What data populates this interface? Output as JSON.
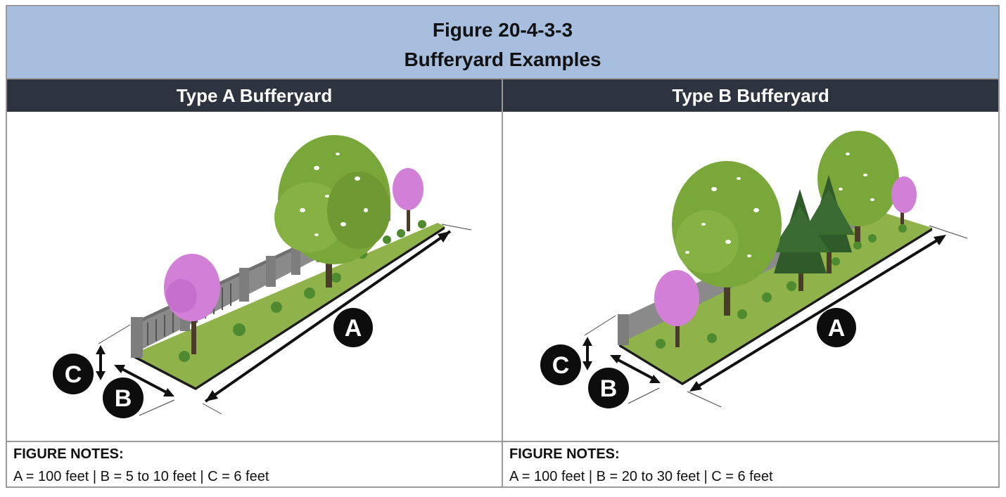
{
  "title": {
    "line1": "Figure 20-4-3-3",
    "line2": "Bufferyard Examples"
  },
  "columns": [
    {
      "heading": "Type A Bufferyard",
      "notes_heading": "FIGURE NOTES:",
      "notes_text": "A = 100 feet | B = 5 to 10 feet | C = 6 feet",
      "labels": {
        "a": "A",
        "b": "B",
        "c": "C"
      }
    },
    {
      "heading": "Type B Bufferyard",
      "notes_heading": "FIGURE NOTES:",
      "notes_text": "A = 100 feet | B = 20 to 30 feet | C = 6 feet",
      "labels": {
        "a": "A",
        "b": "B",
        "c": "C"
      }
    }
  ],
  "colors": {
    "title_band": "#a7bedf",
    "header_band": "#2d3440",
    "lawn": "#8fb24a",
    "tree_green": "#7aa73a",
    "pink_tree": "#d27fd8",
    "evergreen": "#2f5a2a",
    "fence": "#8a8a8a"
  },
  "icons": [
    "broadleaf-tree-icon",
    "flowering-tree-icon",
    "evergreen-tree-icon",
    "fence-icon",
    "dimension-arrow-icon"
  ]
}
